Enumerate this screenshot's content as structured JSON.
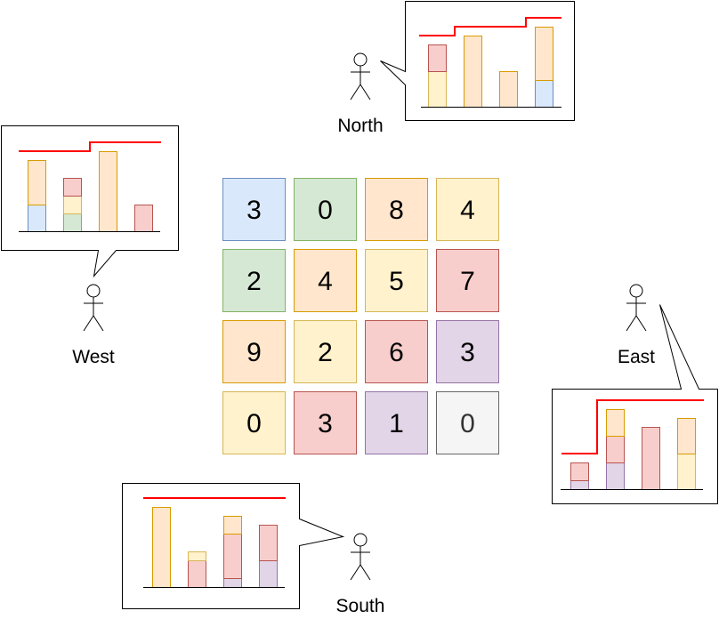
{
  "palette": {
    "blue": {
      "fill": "#dae8fc",
      "stroke": "#6c8ebf"
    },
    "green": {
      "fill": "#d5e8d4",
      "stroke": "#82b366"
    },
    "orange": {
      "fill": "#ffe6cc",
      "stroke": "#d79b00"
    },
    "yellow": {
      "fill": "#fff2cc",
      "stroke": "#d6b656"
    },
    "red": {
      "fill": "#f8cecc",
      "stroke": "#b85450"
    },
    "purple": {
      "fill": "#e1d5e7",
      "stroke": "#9673a6"
    },
    "gray": {
      "fill": "#f5f5f5",
      "stroke": "#666666",
      "text": "#333333"
    },
    "skyline": "#ff0000"
  },
  "grid": [
    [
      {
        "v": "3",
        "c": "blue"
      },
      {
        "v": "0",
        "c": "green"
      },
      {
        "v": "8",
        "c": "orange"
      },
      {
        "v": "4",
        "c": "yellow"
      }
    ],
    [
      {
        "v": "2",
        "c": "green"
      },
      {
        "v": "4",
        "c": "orange"
      },
      {
        "v": "5",
        "c": "yellow"
      },
      {
        "v": "7",
        "c": "red"
      }
    ],
    [
      {
        "v": "9",
        "c": "orange"
      },
      {
        "v": "2",
        "c": "yellow"
      },
      {
        "v": "6",
        "c": "red"
      },
      {
        "v": "3",
        "c": "purple"
      }
    ],
    [
      {
        "v": "0",
        "c": "yellow"
      },
      {
        "v": "3",
        "c": "red"
      },
      {
        "v": "1",
        "c": "purple"
      },
      {
        "v": "0",
        "c": "gray"
      }
    ]
  ],
  "viewers": {
    "north": {
      "label": "North",
      "columns": [
        [
          {
            "c": "yellow",
            "h": 4
          },
          {
            "c": "red",
            "h": 3
          }
        ],
        [
          {
            "c": "orange",
            "h": 8
          }
        ],
        [
          {
            "c": "orange",
            "h": 4
          }
        ],
        [
          {
            "c": "blue",
            "h": 3
          },
          {
            "c": "orange",
            "h": 6
          }
        ]
      ]
    },
    "west": {
      "label": "West",
      "columns": [
        [
          {
            "c": "blue",
            "h": 3
          },
          {
            "c": "orange",
            "h": 5
          }
        ],
        [
          {
            "c": "green",
            "h": 2
          },
          {
            "c": "yellow",
            "h": 2
          },
          {
            "c": "red",
            "h": 2
          }
        ],
        [
          {
            "c": "orange",
            "h": 9
          }
        ],
        [
          {
            "c": "red",
            "h": 3
          }
        ]
      ]
    },
    "east": {
      "label": "East",
      "columns": [
        [
          {
            "c": "purple",
            "h": 1
          },
          {
            "c": "red",
            "h": 2
          }
        ],
        [
          {
            "c": "purple",
            "h": 3
          },
          {
            "c": "red",
            "h": 3
          },
          {
            "c": "orange",
            "h": 3
          }
        ],
        [
          {
            "c": "red",
            "h": 7
          }
        ],
        [
          {
            "c": "yellow",
            "h": 4
          },
          {
            "c": "orange",
            "h": 4
          }
        ]
      ]
    },
    "south": {
      "label": "South",
      "columns": [
        [
          {
            "c": "orange",
            "h": 9
          }
        ],
        [
          {
            "c": "red",
            "h": 3
          },
          {
            "c": "yellow",
            "h": 1
          }
        ],
        [
          {
            "c": "purple",
            "h": 1
          },
          {
            "c": "red",
            "h": 5
          },
          {
            "c": "orange",
            "h": 2
          }
        ],
        [
          {
            "c": "purple",
            "h": 3
          },
          {
            "c": "red",
            "h": 4
          }
        ]
      ]
    }
  }
}
